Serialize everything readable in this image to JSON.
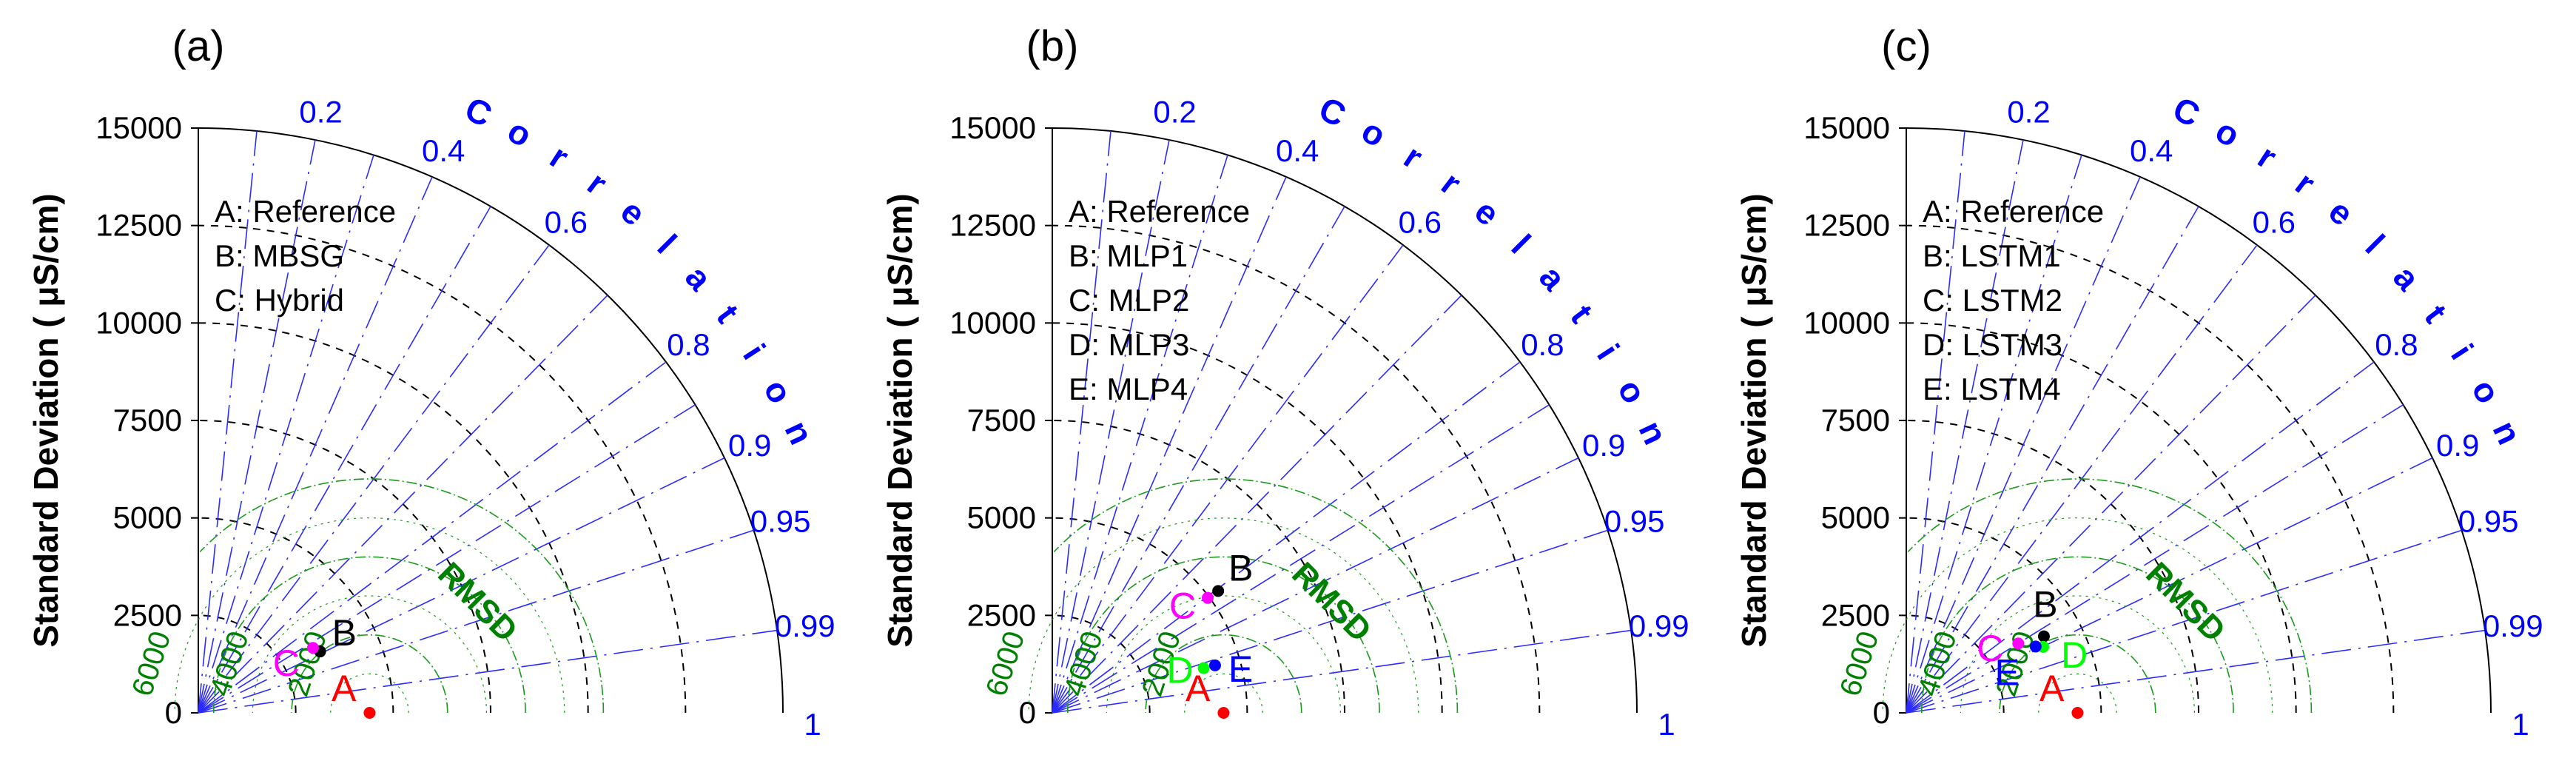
{
  "ylabel": "Standard Deviation ( μS/cm)",
  "panels": [
    {
      "label": "(a)",
      "legend": [
        "A: Reference",
        "B: MBSG",
        "C: Hybrid"
      ],
      "points": [
        {
          "id": "A",
          "std": 4394,
          "corr": 1.0,
          "color": "#ff0000"
        },
        {
          "id": "B",
          "std": 3500,
          "corr": 0.893,
          "color": "#000000"
        },
        {
          "id": "C",
          "std": 3380,
          "corr": 0.87,
          "color": "#ff00ff"
        }
      ]
    },
    {
      "label": "(b)",
      "legend": [
        "A: Reference",
        "B: MLP1",
        "C: MLP2",
        "D: MLP3",
        "E: MLP4"
      ],
      "points": [
        {
          "id": "A",
          "std": 4394,
          "corr": 1.0,
          "color": "#ff0000"
        },
        {
          "id": "B",
          "std": 5280,
          "corr": 0.806,
          "color": "#000000"
        },
        {
          "id": "C",
          "std": 4960,
          "corr": 0.804,
          "color": "#ff00ff"
        },
        {
          "id": "D",
          "std": 4050,
          "corr": 0.959,
          "color": "#00ff00"
        },
        {
          "id": "E",
          "std": 4350,
          "corr": 0.96,
          "color": "#0000ff"
        }
      ]
    },
    {
      "label": "(c)",
      "legend": [
        "A: Reference",
        "B: LSTM1",
        "C: LSTM2",
        "D: LSTM3",
        "E: LSTM4"
      ],
      "points": [
        {
          "id": "A",
          "std": 4394,
          "corr": 1.0,
          "color": "#ff0000"
        },
        {
          "id": "B",
          "std": 4040,
          "corr": 0.874,
          "color": "#000000"
        },
        {
          "id": "C",
          "std": 3380,
          "corr": 0.85,
          "color": "#ff00ff"
        },
        {
          "id": "D",
          "std": 3900,
          "corr": 0.901,
          "color": "#00ff00"
        },
        {
          "id": "E",
          "std": 3730,
          "corr": 0.89,
          "color": "#0000ff"
        }
      ]
    }
  ],
  "chart_data": [
    {
      "type": "scatter",
      "title": "(a)",
      "ylabel": "Standard Deviation ( μS/cm)",
      "std_ticks": [
        "0",
        "2500",
        "5000",
        "7500",
        "10000",
        "12500",
        "15000"
      ],
      "ylim": [
        0,
        15000
      ],
      "corr_ticks": [
        "0.2",
        "0.4",
        "0.6",
        "0.8",
        "0.9",
        "0.95",
        "0.99",
        "1"
      ],
      "corr_title": "Correlation",
      "rmsd_title": "RMSD",
      "rmsd_ticks": [
        "2000",
        "4000",
        "6000"
      ],
      "series": [
        {
          "name": "A: Reference",
          "std": 4394,
          "corr": 1.0
        },
        {
          "name": "B: MBSG",
          "std": 3500,
          "corr": 0.893
        },
        {
          "name": "C: Hybrid",
          "std": 3380,
          "corr": 0.87
        }
      ]
    },
    {
      "type": "scatter",
      "title": "(b)",
      "ylabel": "Standard Deviation ( μS/cm)",
      "std_ticks": [
        "0",
        "2500",
        "5000",
        "7500",
        "10000",
        "12500",
        "15000"
      ],
      "ylim": [
        0,
        15000
      ],
      "corr_ticks": [
        "0.2",
        "0.4",
        "0.6",
        "0.8",
        "0.9",
        "0.95",
        "0.99",
        "1"
      ],
      "corr_title": "Correlation",
      "rmsd_title": "RMSD",
      "rmsd_ticks": [
        "2000",
        "4000",
        "6000"
      ],
      "series": [
        {
          "name": "A: Reference",
          "std": 4394,
          "corr": 1.0
        },
        {
          "name": "B: MLP1",
          "std": 5280,
          "corr": 0.806
        },
        {
          "name": "C: MLP2",
          "std": 4960,
          "corr": 0.804
        },
        {
          "name": "D: MLP3",
          "std": 4050,
          "corr": 0.959
        },
        {
          "name": "E: MLP4",
          "std": 4350,
          "corr": 0.96
        }
      ]
    },
    {
      "type": "scatter",
      "title": "(c)",
      "ylabel": "Standard Deviation ( μS/cm)",
      "std_ticks": [
        "0",
        "2500",
        "5000",
        "7500",
        "10000",
        "12500",
        "15000"
      ],
      "ylim": [
        0,
        15000
      ],
      "corr_ticks": [
        "0.2",
        "0.4",
        "0.6",
        "0.8",
        "0.9",
        "0.95",
        "0.99",
        "1"
      ],
      "corr_title": "Correlation",
      "rmsd_title": "RMSD",
      "rmsd_ticks": [
        "2000",
        "4000",
        "6000"
      ],
      "series": [
        {
          "name": "A: Reference",
          "std": 4394,
          "corr": 1.0
        },
        {
          "name": "B: LSTM1",
          "std": 4040,
          "corr": 0.874
        },
        {
          "name": "C: LSTM2",
          "std": 3380,
          "corr": 0.85
        },
        {
          "name": "D: LSTM3",
          "std": 3900,
          "corr": 0.901
        },
        {
          "name": "E: LSTM4",
          "std": 3730,
          "corr": 0.89
        }
      ]
    }
  ]
}
